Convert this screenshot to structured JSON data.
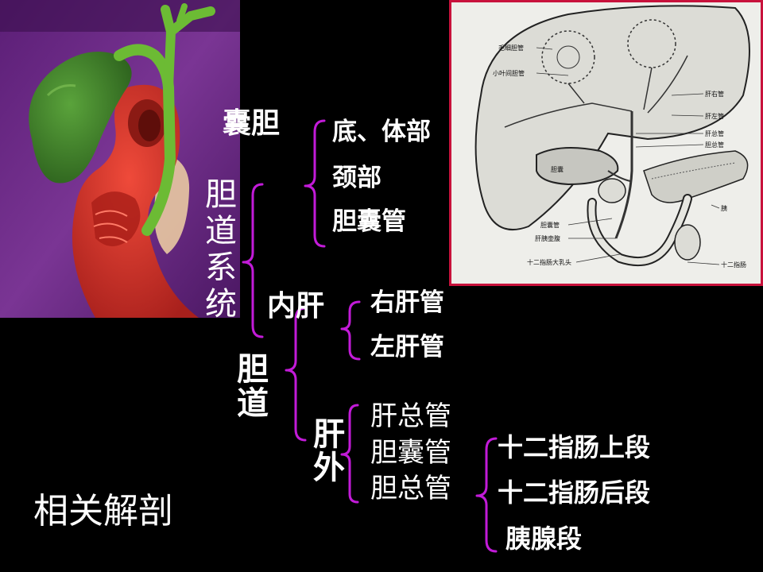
{
  "colors": {
    "background": "#000000",
    "text": "#ffffff",
    "brace": "#c21bd8",
    "photo_purple": "#6a2a84",
    "gallbladder_green": "#3f8a2a",
    "duodenum_red": "#d8302a",
    "diagram_border": "#c8123c",
    "diagram_paper": "#eeeeea"
  },
  "icons": {
    "photo": "gallbladder-duodenum-illustration",
    "diagram": "liver-biliary-line-drawing"
  },
  "slide": {
    "title": "相关解剖",
    "root": "胆道系统",
    "gallbladder": {
      "label": "囊胆",
      "parts": [
        "底、体部",
        "颈部",
        "胆囊管"
      ]
    },
    "bile_duct": {
      "label": "胆道",
      "intrahepatic": {
        "label": "内肝",
        "items": [
          "右肝管",
          "左肝管"
        ]
      },
      "extrahepatic": {
        "label": "肝外",
        "items": [
          "肝总管",
          "胆囊管",
          "胆总管"
        ],
        "segments": [
          "十二指肠上段",
          "十二指肠后段",
          "胰腺段"
        ]
      }
    }
  },
  "diagram": {
    "labels": {
      "capillary": "毛细胆管",
      "interlobular": "小叶间胆管",
      "right_hepatic": "肝右管",
      "left_hepatic": "肝左管",
      "common_hepatic": "肝总管",
      "common_bile": "胆总管",
      "gallbladder": "胆囊",
      "pancreas": "胰",
      "cystic_duct": "胆囊管",
      "ampulla": "肝胰壶腹",
      "papilla": "十二指肠大乳头",
      "duodenum": "十二指肠"
    }
  }
}
